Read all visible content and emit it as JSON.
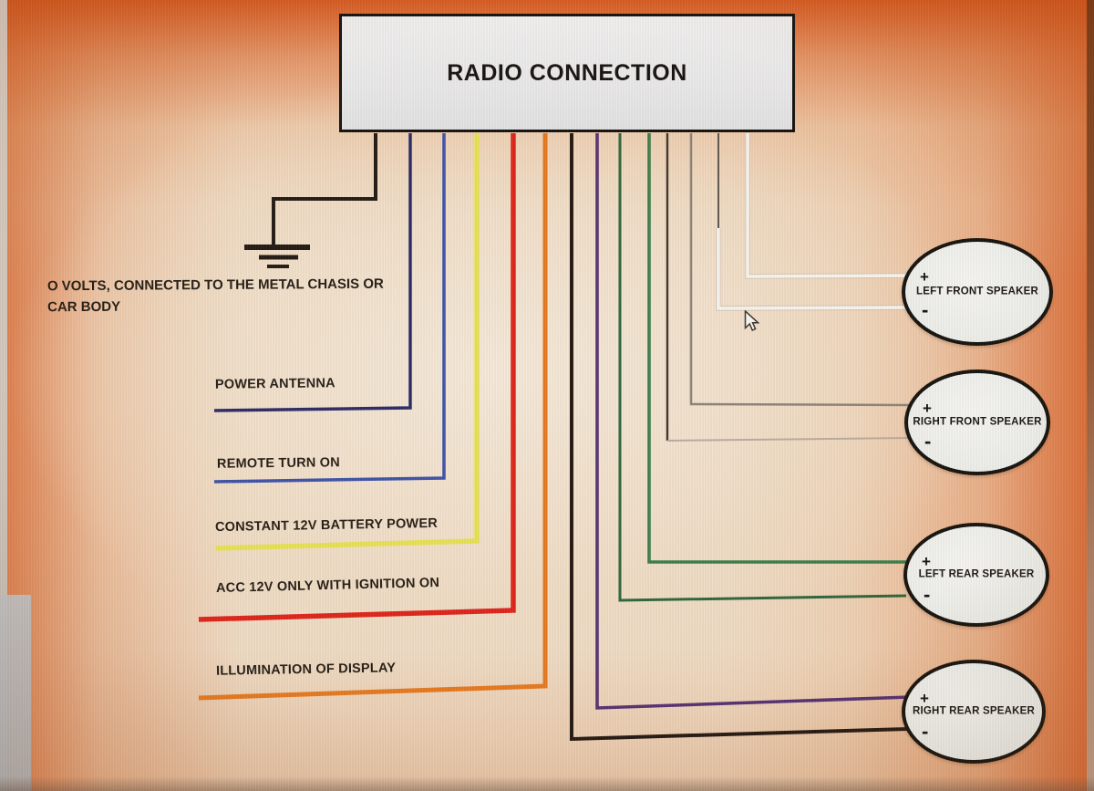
{
  "window": {
    "title": "RADIO CONNECTION"
  },
  "ground": {
    "note_line1": "O VOLTS, CONNECTED TO THE METAL CHASIS OR",
    "note_line2": "CAR BODY",
    "wire_color": "#221a14"
  },
  "left_wires": {
    "power_antenna": {
      "label": "POWER ANTENNA",
      "color": "#2b2a66"
    },
    "remote_turn_on": {
      "label": "REMOTE TURN ON",
      "color": "#3d51a8"
    },
    "constant_12v": {
      "label": "CONSTANT 12V BATTERY POWER",
      "color": "#e6e254"
    },
    "acc_12v": {
      "label": "ACC 12V ONLY WITH IGNITION ON",
      "color": "#de241a"
    },
    "illumination": {
      "label": "ILLUMINATION OF DISPLAY",
      "color": "#e5791f"
    }
  },
  "speaker_wires": {
    "left_front_plus": {
      "color": "#f7f5f0"
    },
    "left_front_minus": {
      "color": "#f7f5f0"
    },
    "left_front_minus_top": {
      "color": "#5f5750"
    },
    "right_front_plus": {
      "color": "#8d8379"
    },
    "right_front_minus_vertical": {
      "color": "#43392f"
    },
    "right_front_minus": {
      "color": "#bcaa9f"
    },
    "left_rear_plus": {
      "color": "#3a7d4a"
    },
    "left_rear_minus": {
      "color": "#2d653a"
    },
    "right_rear_plus": {
      "color": "#553071"
    },
    "right_rear_minus": {
      "color": "#241811"
    }
  },
  "speakers": [
    {
      "name": "LEFT FRONT SPEAKER",
      "plus": "+",
      "minus": "-"
    },
    {
      "name": "RIGHT FRONT SPEAKER",
      "plus": "+",
      "minus": "-"
    },
    {
      "name": "LEFT REAR SPEAKER",
      "plus": "+",
      "minus": "-"
    },
    {
      "name": "RIGHT REAR SPEAKER",
      "plus": "+",
      "minus": "-"
    }
  ],
  "cursor": {
    "icon": "arrow-cursor"
  }
}
